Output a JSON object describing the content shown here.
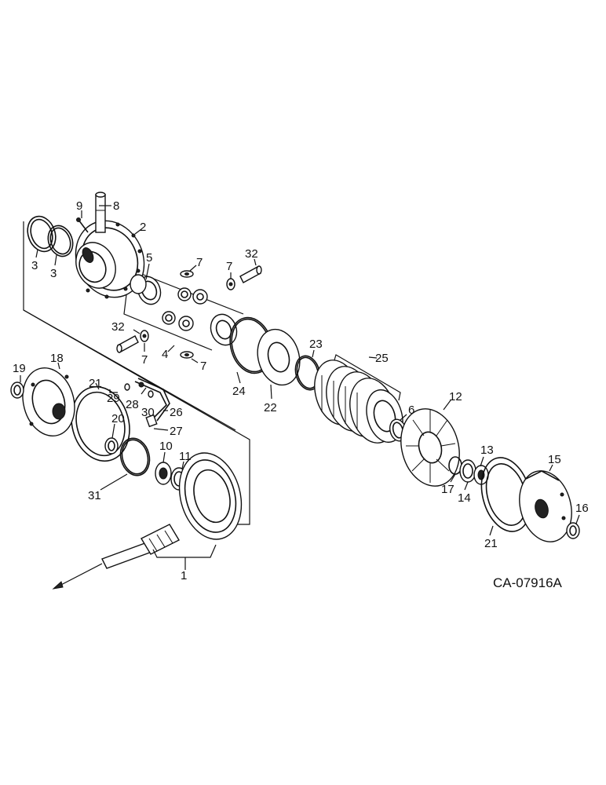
{
  "diagram": {
    "drawing_code": "CA-07916A",
    "callouts": {
      "c1": "1",
      "c2": "2",
      "c3a": "3",
      "c3b": "3",
      "c4": "4",
      "c5": "5",
      "c6": "6",
      "c7a": "7",
      "c7b": "7",
      "c7c": "7",
      "c7d": "7",
      "c8": "8",
      "c9": "9",
      "c10": "10",
      "c11": "11",
      "c12": "12",
      "c13": "13",
      "c14": "14",
      "c15": "15",
      "c16": "16",
      "c17": "17",
      "c18": "18",
      "c19": "19",
      "c20": "20",
      "c21a": "21",
      "c21b": "21",
      "c22": "22",
      "c23": "23",
      "c24": "24",
      "c25": "25",
      "c26": "26",
      "c27": "27",
      "c28": "28",
      "c29": "29",
      "c30": "30",
      "c31": "31",
      "c32a": "32",
      "c32b": "32"
    }
  }
}
